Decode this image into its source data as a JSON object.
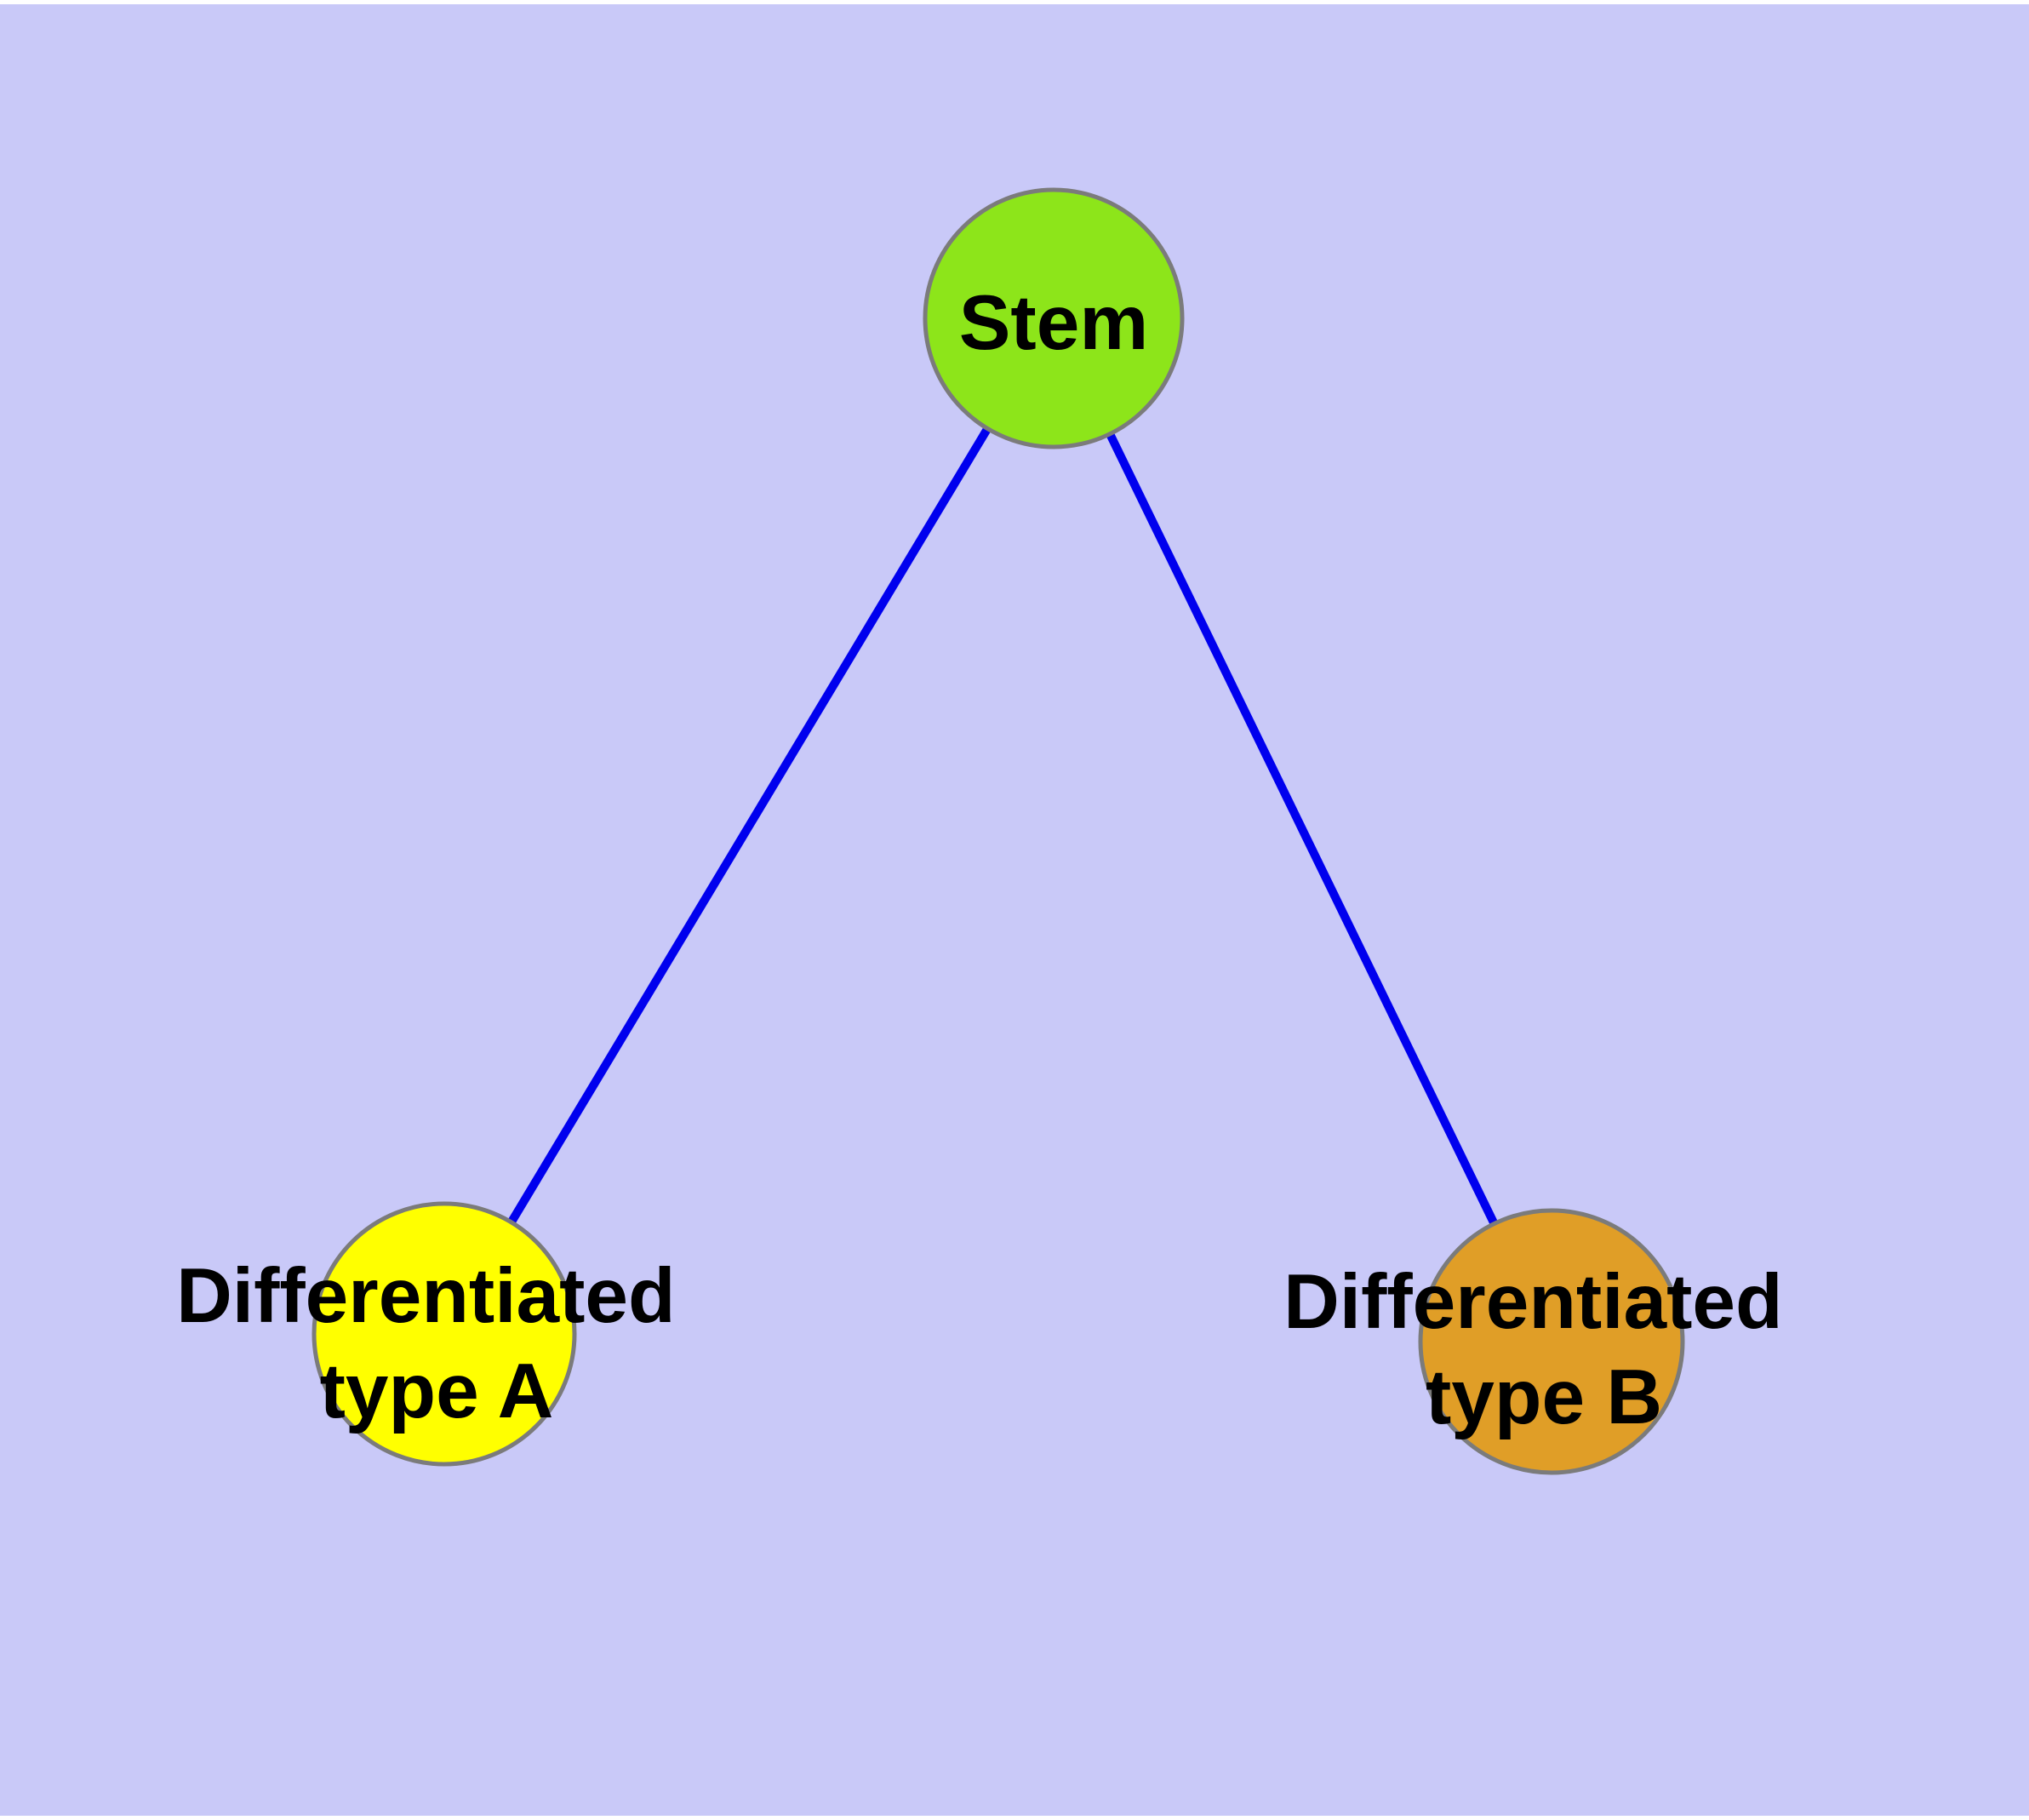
{
  "diagram": {
    "page_background_color": "#ffffff",
    "plot_background_color": "#c9c9f8",
    "text_color": "#000000",
    "node_border_color": "#7b7b7b",
    "edge_color": "#0000ee",
    "nodes": [
      {
        "id": "stem",
        "label": "Stem",
        "label_lines": [
          "Stem"
        ],
        "fill": "#8de51a"
      },
      {
        "id": "differentiated-type-a",
        "label": "Differentiated type A",
        "label_lines": [
          "Differentiated",
          "type A"
        ],
        "fill": "#ffff00"
      },
      {
        "id": "differentiated-type-b",
        "label": "Differentiated type B",
        "label_lines": [
          "Differentiated",
          "type B"
        ],
        "fill": "#e09e27"
      }
    ],
    "edges": [
      {
        "from": "stem",
        "to": "differentiated-type-a",
        "color": "#0000ee"
      },
      {
        "from": "stem",
        "to": "differentiated-type-b",
        "color": "#0000ee"
      }
    ]
  }
}
